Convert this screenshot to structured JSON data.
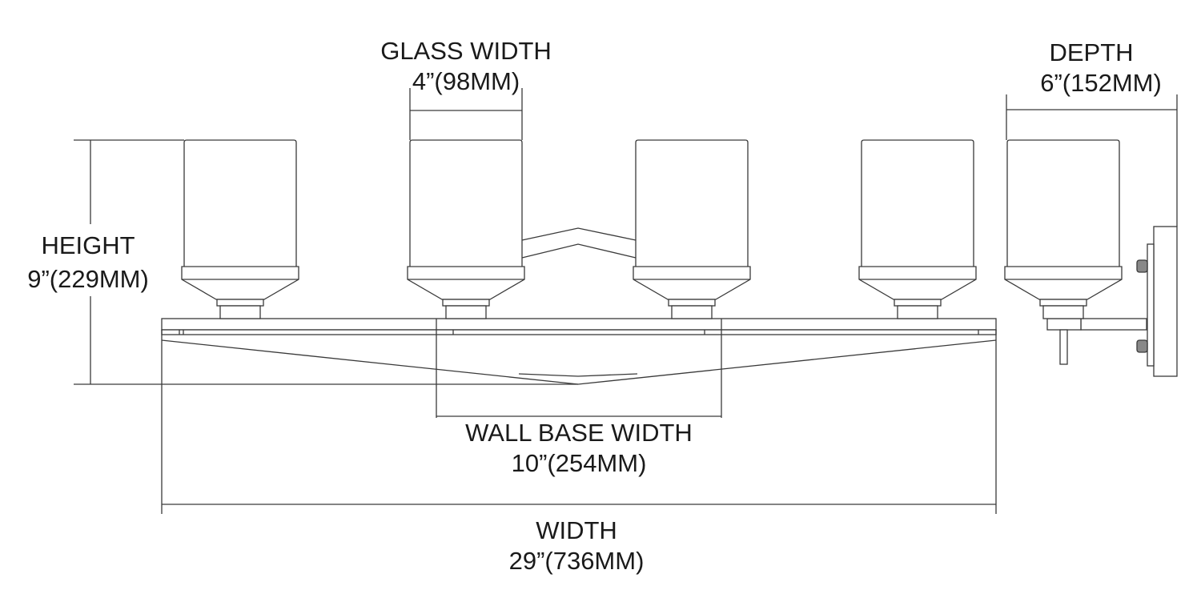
{
  "dimensions": {
    "glass_width": {
      "label": "GLASS WIDTH",
      "value": "4”(98MM)"
    },
    "depth": {
      "label": "DEPTH",
      "value": "6”(152MM)"
    },
    "height": {
      "label": "HEIGHT",
      "value": "9”(229MM)"
    },
    "wall_base_width": {
      "label": "WALL BASE WIDTH",
      "value": "10”(254MM)"
    },
    "width": {
      "label": "WIDTH",
      "value": "29”(736MM)"
    }
  },
  "fixture": {
    "shade_count": 4,
    "line_color": "#3a3a3a"
  }
}
